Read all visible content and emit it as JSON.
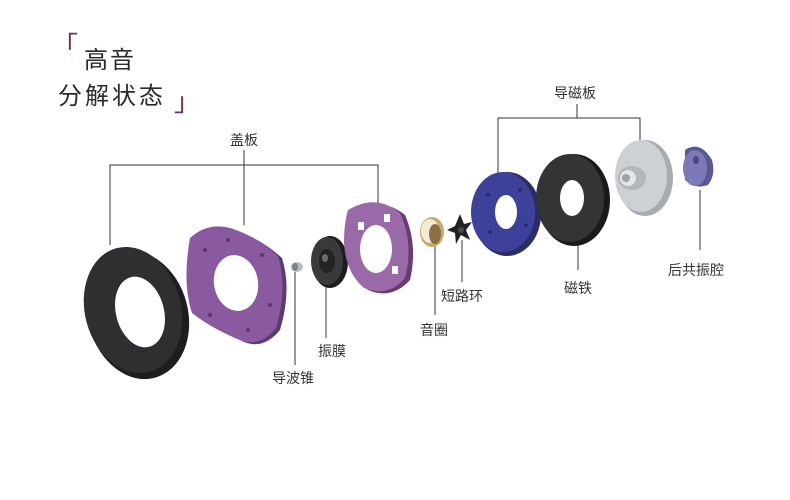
{
  "title": {
    "line1": "高音",
    "line2": "分解状态"
  },
  "labels": {
    "cover_plate": "盖板",
    "guide_plate": "导磁板",
    "rear_cavity": "后共振腔",
    "magnet": "磁铁",
    "short_ring": "短路环",
    "voice_coil": "音圈",
    "diaphragm": "振膜",
    "phase_plug": "导波锥"
  },
  "colors": {
    "accent": "#6b2a6d",
    "cover_black": "#2b2b2d",
    "cover_purple": "#7a4a8e",
    "guide_blue": "#3c3f8a",
    "magnet_black": "#2e2e30",
    "rear_grey": "#c5c8cc",
    "rear_cavity_purple": "#6d6aa8"
  }
}
